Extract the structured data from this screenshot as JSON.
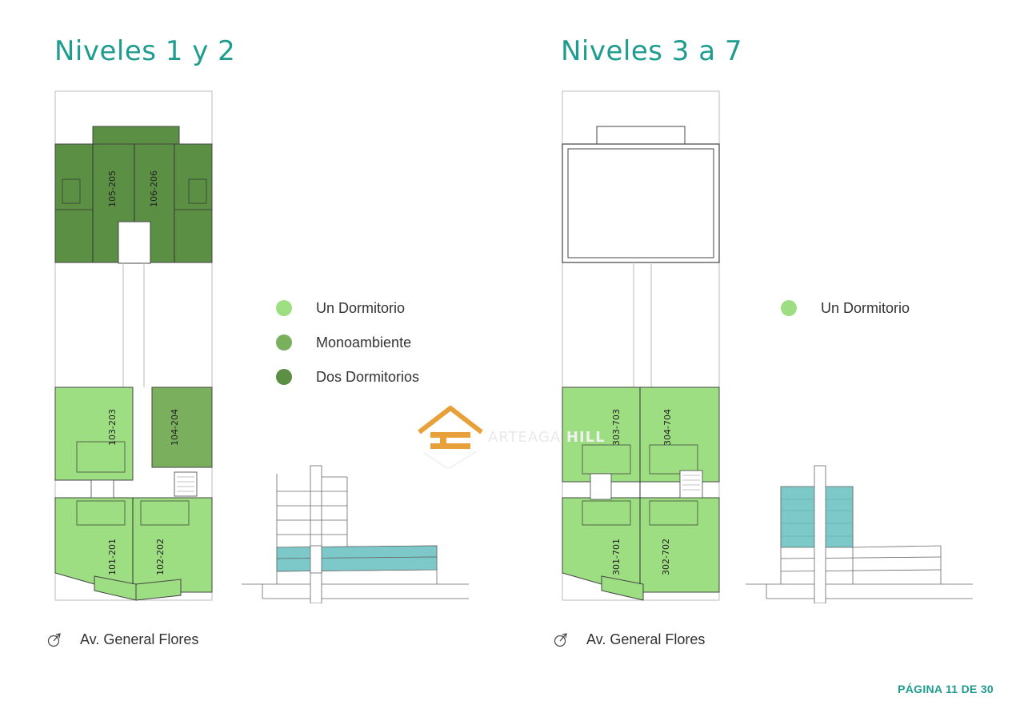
{
  "colors": {
    "title": "#1e9c8f",
    "un_dormitorio": "#9ede83",
    "monoambiente": "#7aaf5d",
    "dos_dormitorios": "#5a8f44",
    "section_highlight": "#7dc8c8",
    "line": "#666666"
  },
  "left": {
    "title": "Niveles 1 y 2",
    "legend": [
      {
        "label": "Un Dormitorio",
        "color": "#9ede83"
      },
      {
        "label": "Monoambiente",
        "color": "#7aaf5d"
      },
      {
        "label": "Dos Dormitorios",
        "color": "#5a8f44"
      }
    ],
    "units": [
      "105-205",
      "106-206",
      "103-203",
      "104-204",
      "101-201",
      "102-202"
    ],
    "street": "Av. General Flores"
  },
  "right": {
    "title": "Niveles 3 a 7",
    "legend": [
      {
        "label": "Un Dormitorio",
        "color": "#9ede83"
      }
    ],
    "units": [
      "303-703",
      "304-704",
      "301-701",
      "302-702"
    ],
    "street": "Av. General Flores"
  },
  "watermark": {
    "brand_a": "ARTEAGA",
    "brand_b": "HILL"
  },
  "footer": {
    "page": "PÁGINA 11 DE 30"
  }
}
